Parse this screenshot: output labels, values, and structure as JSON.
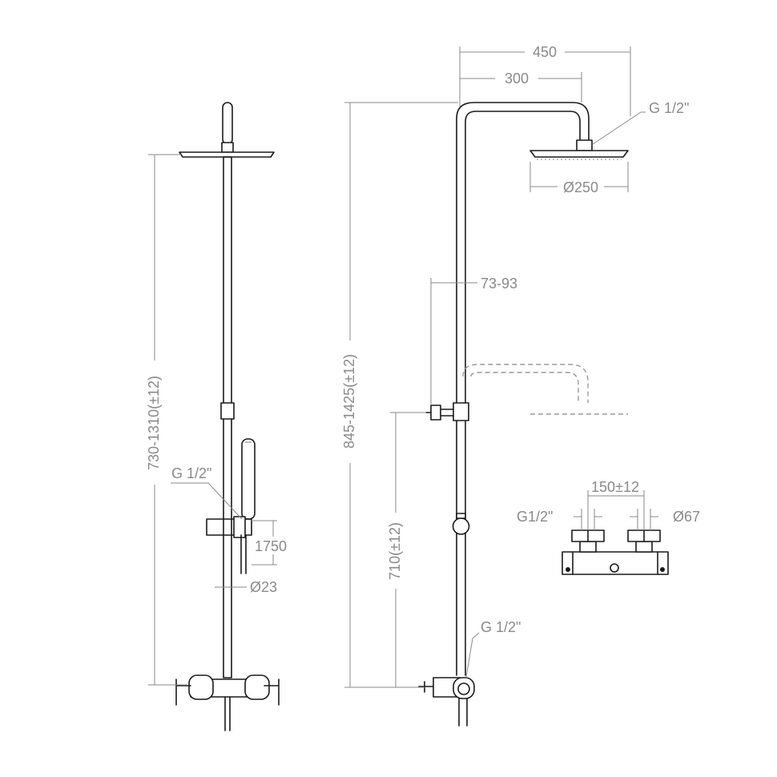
{
  "colors": {
    "outline": "#1a1a1a",
    "dimension": "#8a8a8a"
  },
  "front_view": {
    "height_range": "730-1310(±12)",
    "hand_shower_thread": "G 1/2\"",
    "hand_shower_length": "1750",
    "hand_shower_diameter": "Ø23"
  },
  "side_view": {
    "total_height": "845-1425(±12)",
    "arm_reach": "450",
    "arm_projection": "300",
    "head_thread": "G 1/2\"",
    "head_diameter": "Ø250",
    "bracket_offset": "73-93",
    "valve_height": "710(±12)",
    "outlet_thread": "G 1/2\""
  },
  "valve_detail": {
    "center_distance": "150±12",
    "inlet_thread": "G1/2\"",
    "escutcheon_diameter": "Ø67"
  }
}
